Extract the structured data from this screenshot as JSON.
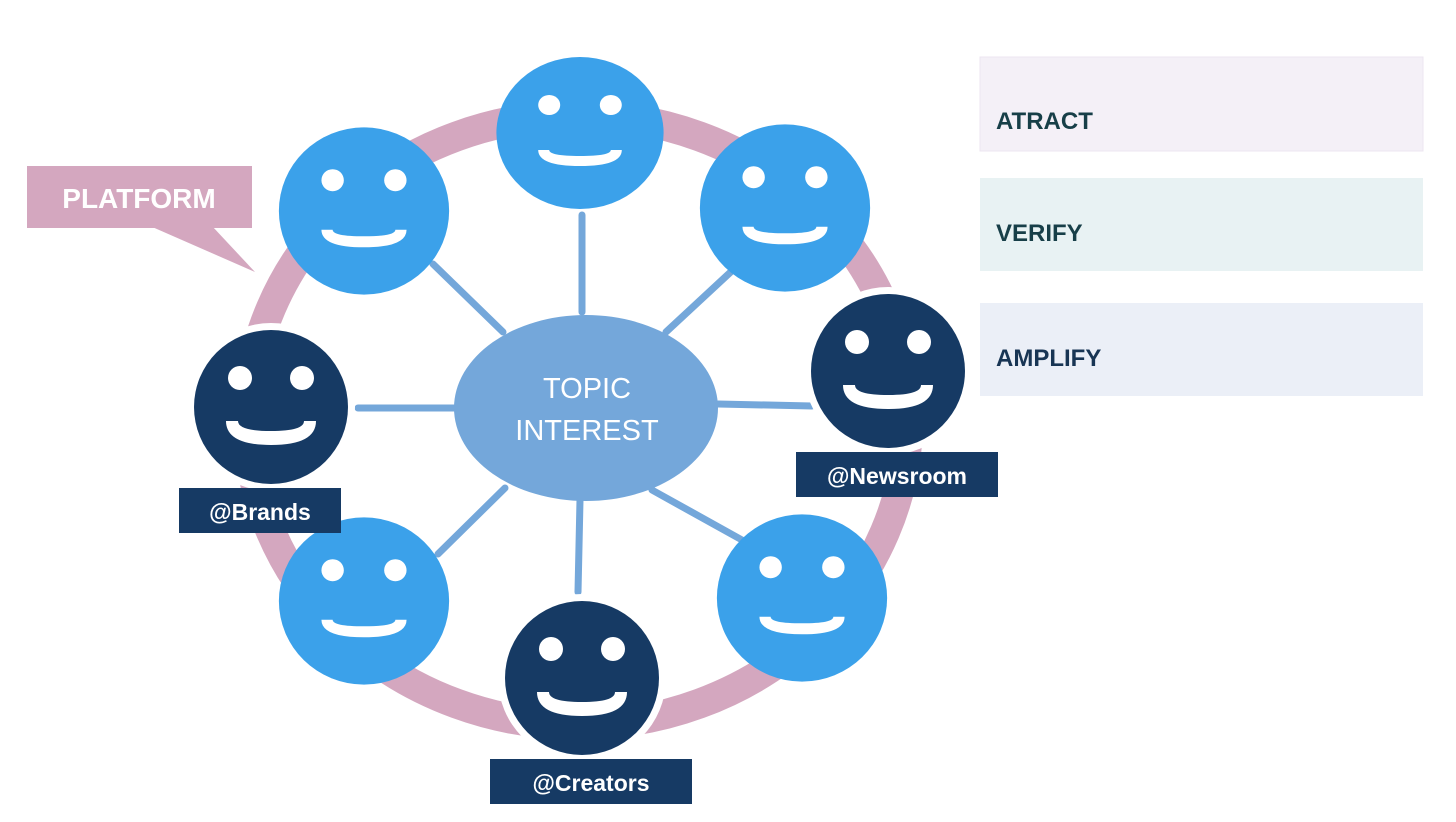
{
  "diagram": {
    "platform_label": "PLATFORM",
    "center_label_line1": "TOPIC",
    "center_label_line2": "INTEREST",
    "handles": {
      "brands": "@Brands",
      "newsroom": "@Newsroom",
      "creators": "@Creators"
    },
    "icons": {
      "light_face": "smiley-face-icon",
      "dark_face": "smiley-face-icon"
    }
  },
  "stages": [
    {
      "label": "ATRACT"
    },
    {
      "label": "VERIFY"
    },
    {
      "label": "AMPLIFY"
    }
  ],
  "colors": {
    "ring": "#d4a7bf",
    "platform_box": "#d4a7bf",
    "light_face": "#3ba1ea",
    "dark_face": "#163a64",
    "center_ellipse": "#74a7da",
    "spoke": "#74a7da",
    "handle_box": "#163a64",
    "panel_atract": "#f4f0f7",
    "panel_verify": "#e8f2f3",
    "panel_amplify": "#ebeff7",
    "panel_text_atract": "#173f48",
    "panel_text_verify": "#173f48",
    "panel_text_amplify": "#183554"
  }
}
